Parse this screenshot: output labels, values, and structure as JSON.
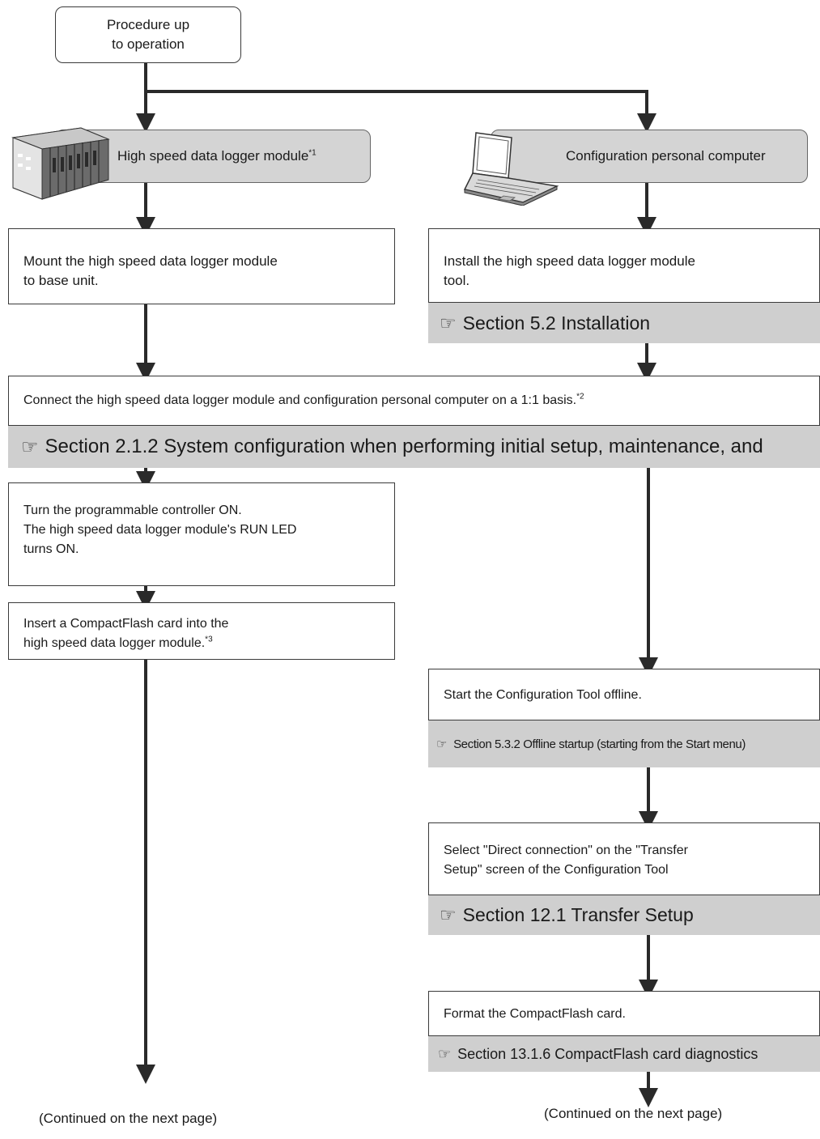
{
  "start": {
    "line1": "Procedure up",
    "line2": "to operation"
  },
  "left_header": {
    "label": "High speed data logger module",
    "note": "*1"
  },
  "right_header": {
    "label": "Configuration personal computer"
  },
  "step_mount": {
    "line1": "Mount the high speed data logger module",
    "line2": "to base unit."
  },
  "step_install": {
    "line1": "Install the high speed data logger module",
    "line2": "tool."
  },
  "ref_install": "Section 5.2  Installation",
  "step_connect": {
    "text": "Connect the high speed data logger module and configuration personal computer on a 1:1 basis.",
    "note": "*2"
  },
  "ref_connect": "Section 2.1.2  System configuration when performing initial setup, maintenance, and",
  "step_power": {
    "line1": "Turn the programmable controller ON.",
    "line2": "The high speed data logger module's RUN LED",
    "line3": "turns ON."
  },
  "step_insert": {
    "line1": "Insert a CompactFlash card into the",
    "line2": "high speed data logger module.",
    "note": "*3"
  },
  "step_start_tool": {
    "text": "Start the Configuration Tool offline."
  },
  "ref_start_tool": "Section 5.3.2  Offline startup (starting from the Start menu)",
  "step_select": {
    "line1": "Select \"Direct connection\" on the \"Transfer",
    "line2": "Setup\" screen of the Configuration Tool"
  },
  "ref_select": "Section 12.1  Transfer Setup",
  "step_format": {
    "text": "Format the CompactFlash card."
  },
  "ref_format": "Section 13.1.6  CompactFlash card diagnostics",
  "continued_left": "(Continued on the next page)",
  "continued_right": "(Continued on the next page)"
}
